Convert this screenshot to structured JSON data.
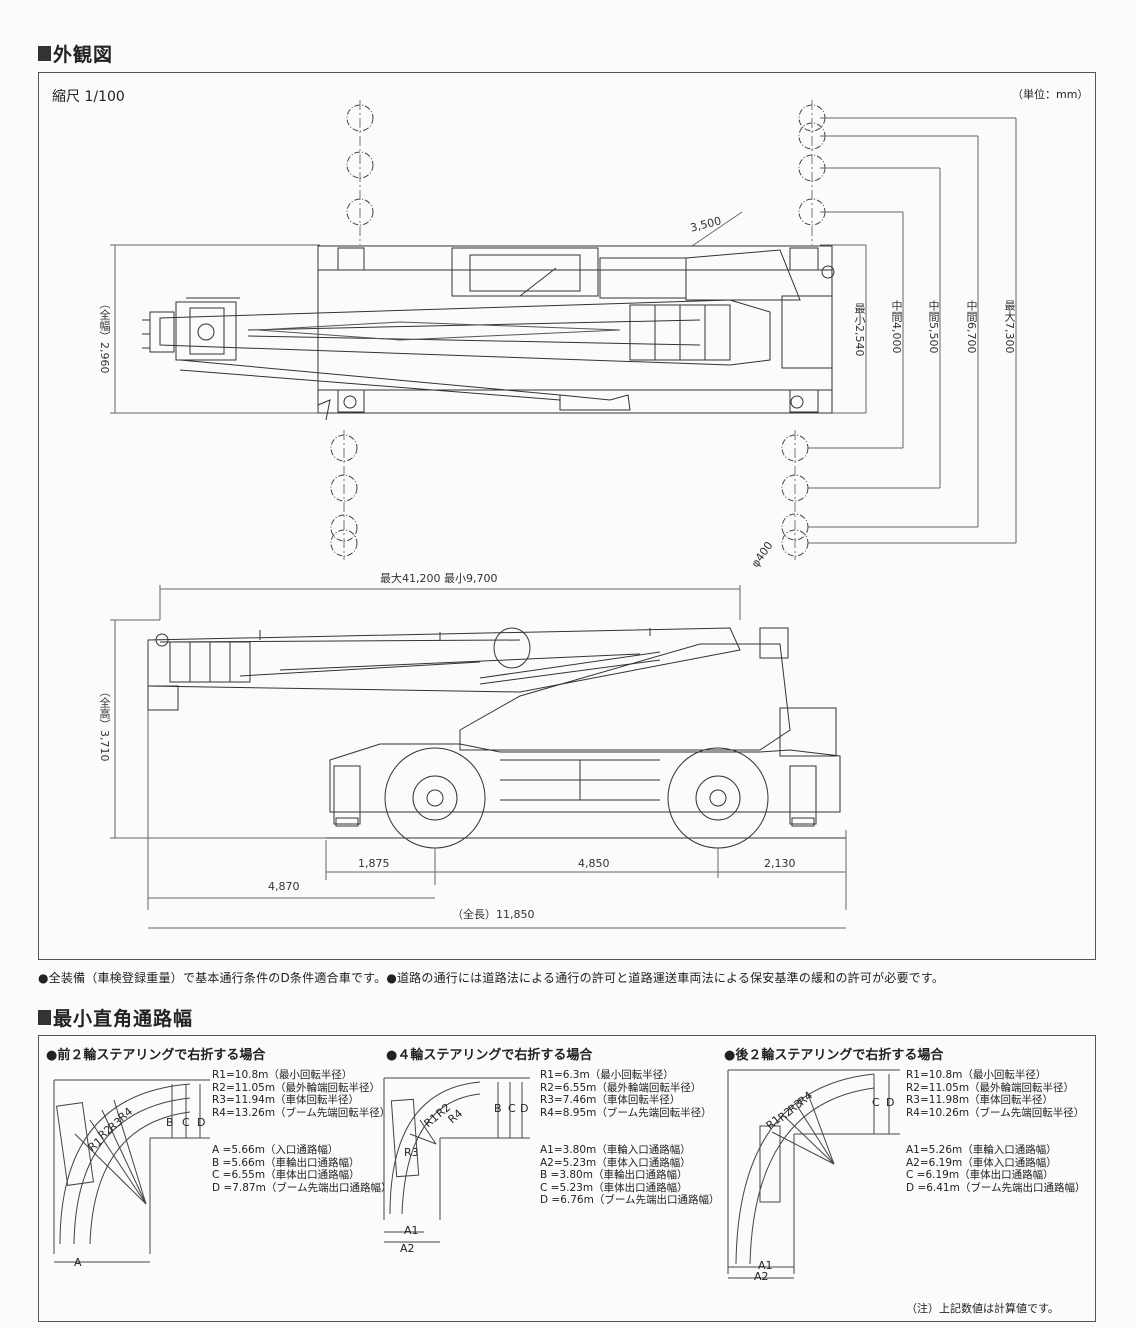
{
  "exterior": {
    "title": "外観図",
    "scale": "縮尺 1/100",
    "unit": "（単位：mm）",
    "top_view": {
      "width_label": "（全幅）2,960",
      "dim_3500": "3,500",
      "dim_min": "最小2,540",
      "dim_mid1": "中間4,000",
      "dim_mid2": "中間5,500",
      "dim_mid3": "中間6,700",
      "dim_max": "最大7,300",
      "pad_dia": "φ400"
    },
    "side_view": {
      "boom_length": "最大41,200  最小9,700",
      "height_label": "（全高）3,710",
      "dim_1875": "1,875",
      "dim_4850": "4,850",
      "dim_2130": "2,130",
      "dim_4870": "4,870",
      "overall_length": "（全長）11,850"
    }
  },
  "notes": "●全装備（車検登録重量）で基本通行条件のD条件適合車です。●道路の通行には道路法による通行の許可と道路運送車両法による保安基準の緩和の許可が必要です。",
  "turning": {
    "title": "最小直角通路幅",
    "cases": [
      {
        "title": "●前２輪ステアリングで右折する場合",
        "radii": [
          "R1=10.8m（最小回転半径）",
          "R2=11.05m（最外輪端回転半径）",
          "R3=11.94m（車体回転半径）",
          "R4=13.26m（ブーム先端回転半径）"
        ],
        "widths": [
          "A =5.66m（入口通路幅）",
          "B =5.66m（車輪出口通路幅）",
          "C =6.55m（車体出口通路幅）",
          "D =7.87m（ブーム先端出口通路幅）"
        ],
        "diagram_labels": {
          "r1": "R1",
          "r2": "R2",
          "r3": "R3",
          "r4": "R4",
          "b": "B",
          "c": "C",
          "d": "D",
          "a": "A"
        }
      },
      {
        "title": "●４輪ステアリングで右折する場合",
        "radii": [
          "R1=6.3m（最小回転半径）",
          "R2=6.55m（最外輪端回転半径）",
          "R3=7.46m（車体回転半径）",
          "R4=8.95m（ブーム先端回転半径）"
        ],
        "widths": [
          "A1=3.80m（車輪入口通路幅）",
          "A2=5.23m（車体入口通路幅）",
          "B =3.80m（車輪出口通路幅）",
          "C =5.23m（車体出口通路幅）",
          "D =6.76m（ブーム先端出口通路幅）"
        ],
        "diagram_labels": {
          "r1": "R1",
          "r2": "R2",
          "r3": "R3",
          "r4": "R4",
          "b": "B",
          "c": "C",
          "d": "D",
          "a1": "A1",
          "a2": "A2"
        }
      },
      {
        "title": "●後２輪ステアリングで右折する場合",
        "radii": [
          "R1=10.8m（最小回転半径）",
          "R2=11.05m（最外輪端回転半径）",
          "R3=11.98m（車体回転半径）",
          "R4=10.26m（ブーム先端回転半径）"
        ],
        "widths": [
          "A1=5.26m（車輪入口通路幅）",
          "A2=6.19m（車体入口通路幅）",
          "C =6.19m（車体出口通路幅）",
          "D =6.41m（ブーム先端出口通路幅）"
        ],
        "diagram_labels": {
          "r1": "R1",
          "r2": "R2",
          "r3": "R3",
          "r4": "R4",
          "c": "C",
          "d": "D",
          "a1": "A1",
          "a2": "A2"
        }
      }
    ],
    "footnote": "（注）上記数値は計算値です。"
  }
}
